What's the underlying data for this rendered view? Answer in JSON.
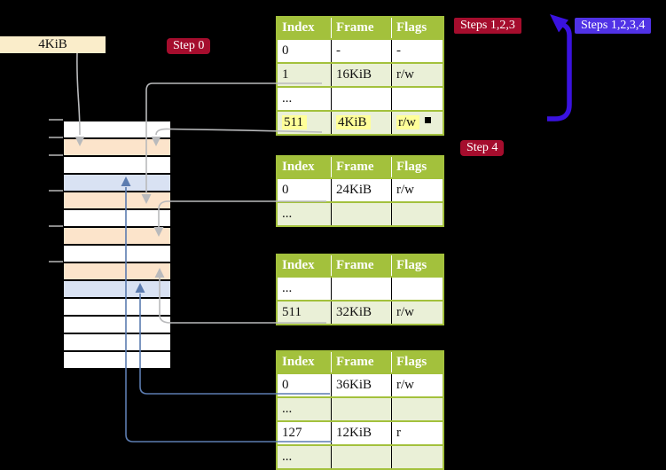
{
  "frame_label": {
    "text": "4KiB"
  },
  "step_labels": {
    "step0": "Step 0",
    "steps123": "Steps 1,2,3",
    "steps1234": "Steps 1,2,3,4",
    "step4": "Step 4"
  },
  "memory": {
    "rows": [
      "white",
      "peach",
      "white",
      "blue",
      "peach",
      "white",
      "peach",
      "white",
      "peach",
      "blue",
      "white",
      "white",
      "white",
      "white"
    ],
    "row_size": "4KiB frames, top = 0KiB"
  },
  "tables": [
    {
      "headers": [
        "Index",
        "Frame",
        "Flags"
      ],
      "rows": [
        {
          "cells": [
            "0",
            "-",
            "-"
          ],
          "shade": false,
          "highlight": false
        },
        {
          "cells": [
            "1",
            "16KiB",
            "r/w"
          ],
          "shade": true,
          "highlight": false
        },
        {
          "cells": [
            "...",
            "",
            ""
          ],
          "shade": false,
          "highlight": false
        },
        {
          "cells": [
            "511",
            "4KiB",
            "r/w"
          ],
          "shade": true,
          "highlight": true
        }
      ]
    },
    {
      "headers": [
        "Index",
        "Frame",
        "Flags"
      ],
      "rows": [
        {
          "cells": [
            "0",
            "24KiB",
            "r/w"
          ],
          "shade": false,
          "highlight": false
        },
        {
          "cells": [
            "...",
            "",
            ""
          ],
          "shade": true,
          "highlight": false
        }
      ]
    },
    {
      "headers": [
        "Index",
        "Frame",
        "Flags"
      ],
      "rows": [
        {
          "cells": [
            "...",
            "",
            ""
          ],
          "shade": false,
          "highlight": false
        },
        {
          "cells": [
            "511",
            "32KiB",
            "r/w"
          ],
          "shade": true,
          "highlight": false
        }
      ]
    },
    {
      "headers": [
        "Index",
        "Frame",
        "Flags"
      ],
      "rows": [
        {
          "cells": [
            "0",
            "36KiB",
            "r/w"
          ],
          "shade": false,
          "highlight": false
        },
        {
          "cells": [
            "...",
            "",
            ""
          ],
          "shade": true,
          "highlight": false
        },
        {
          "cells": [
            "127",
            "12KiB",
            "r"
          ],
          "shade": false,
          "highlight": false
        },
        {
          "cells": [
            "...",
            "",
            ""
          ],
          "shade": true,
          "highlight": false
        }
      ]
    }
  ],
  "connections": [
    {
      "from": "frame-size-label 4KiB",
      "to": "memory-row-2",
      "style": "gray"
    },
    {
      "from": "table1[1]=16KiB",
      "to": "memory-row-5",
      "style": "gray"
    },
    {
      "from": "table1[511]=4KiB",
      "to": "memory-row-2",
      "style": "gray"
    },
    {
      "from": "table2[0]=24KiB",
      "to": "memory-row-7",
      "style": "gray"
    },
    {
      "from": "table3[511]=32KiB",
      "to": "memory-row-9",
      "style": "gray"
    },
    {
      "from": "table4[0]=36KiB",
      "to": "memory-row-10",
      "style": "blue"
    },
    {
      "from": "table4[127]=12KiB",
      "to": "memory-row-4",
      "style": "blue"
    },
    {
      "from": "table1[511]",
      "to": "steps-labels",
      "style": "big-blue-arrow"
    }
  ],
  "colors": {
    "background": "#000000",
    "step_label_red": "#a50d2d",
    "steps_label_blue": "#5032e6",
    "big_arrow_blue": "#3a12e0",
    "gray_connector": "#b9babc",
    "blue_connector": "#5c7cb0",
    "table_header_green": "#a3c13c",
    "table_row_green": "#eaf0d7",
    "highlight_yellow": "#ffff99",
    "frame_box_wheat": "#faedca",
    "memory_peach": "#fce4cb",
    "memory_blue": "#d9e2f3"
  }
}
